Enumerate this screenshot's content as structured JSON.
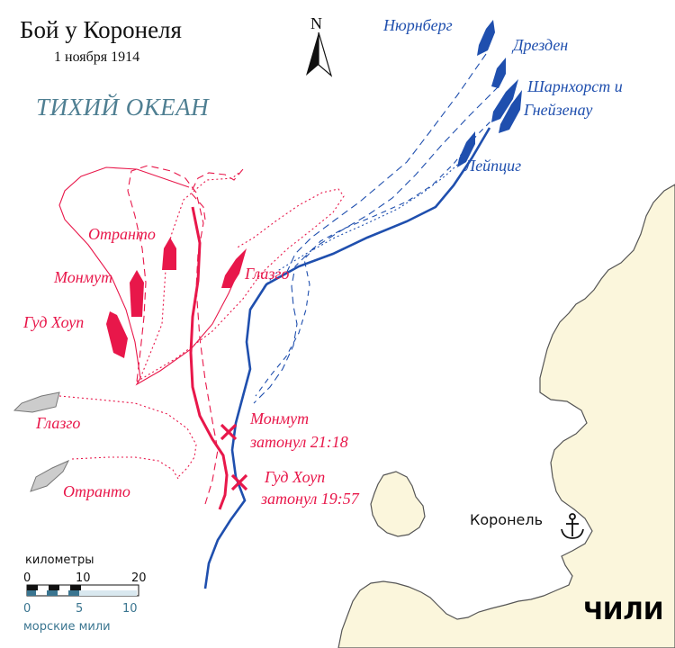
{
  "title": "Бой у Коронеля",
  "date": "1 ноября 1914",
  "ocean_label": "ТИХИЙ ОКЕАН",
  "country_label": "ЧИЛИ",
  "town_label": "Коронель",
  "compass_label": "N",
  "british_ships": {
    "otranto": "Отранто",
    "monmouth": "Монмут",
    "good_hope": "Гуд Хоуп",
    "glasgow": "Глазго",
    "glasgow_later": "Глазго",
    "otranto_later": "Отранто"
  },
  "german_ships": {
    "nurnberg": "Нюрнберг",
    "dresden": "Дрезден",
    "scharnhorst_gneisenau": "Шарнхорст и Гнейзенау",
    "scharnhorst_gneisenau_line1": "Шарнхорст и",
    "scharnhorst_gneisenau_line2": "Гнейзенау",
    "leipzig": "Лейпциг"
  },
  "sinkings": {
    "monmouth": {
      "ship": "Монмут",
      "text": "затонул 21:18"
    },
    "good_hope": {
      "ship": "Гуд Хоуп",
      "text": "затонул 19:57"
    }
  },
  "scale": {
    "km_title": "километры",
    "km_ticks": [
      "0",
      "10",
      "20"
    ],
    "nm_ticks": [
      "0",
      "5",
      "10"
    ],
    "nm_title": "морские мили"
  },
  "colors": {
    "british": "#e8174a",
    "german": "#1f4fae",
    "land": "#fbf6dc",
    "coast": "#555555",
    "ocean_text": "#4f7f92",
    "scuttled_ship": "#cccccc"
  }
}
